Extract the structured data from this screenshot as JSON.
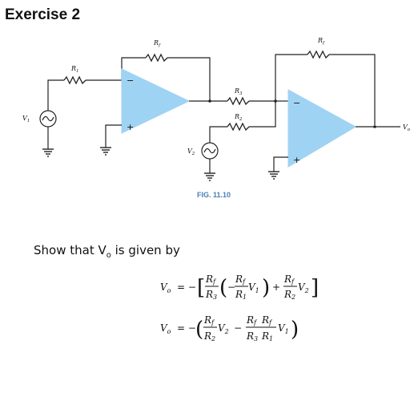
{
  "exercise": {
    "title": "Exercise 2",
    "prompt_text": "Show that V",
    "prompt_sub": "o",
    "prompt_rest": " is given by"
  },
  "circuit": {
    "figure_caption": "FIG. 11.10",
    "labels": {
      "rf1": "R",
      "rf1_sub": "f",
      "r1": "R",
      "r1_sub": "1",
      "r3": "R",
      "r3_sub": "3",
      "r2": "R",
      "r2_sub": "2",
      "rf2": "R",
      "rf2_sub": "f",
      "v1": "V",
      "v1_sub": "1",
      "v2": "V",
      "v2_sub": "2",
      "vo": "V",
      "vo_sub": "o"
    },
    "signs": {
      "minus": "−",
      "plus": "+"
    },
    "colors": {
      "opamp_fill": "#9fd3f3",
      "wire": "#222222"
    }
  },
  "equations": {
    "eq1": {
      "lhs": "V",
      "lhs_sub": "o",
      "equals": "= −",
      "num_a": "R",
      "num_a_sub": "f",
      "den_a": "R",
      "den_a_sub": "3",
      "minus": "−",
      "num_b": "R",
      "num_b_sub": "f",
      "den_b": "R",
      "den_b_sub": "1",
      "var_b": "V",
      "var_b_sub": "1",
      "plus": "+",
      "num_c": "R",
      "num_c_sub": "f",
      "den_c": "R",
      "den_c_sub": "2",
      "var_c": "V",
      "var_c_sub": "2"
    },
    "eq2": {
      "lhs": "V",
      "lhs_sub": "o",
      "equals": "= −",
      "num_a": "R",
      "num_a_sub": "f",
      "den_a": "R",
      "den_a_sub": "2",
      "var_a": "V",
      "var_a_sub": "2",
      "minus": "−",
      "num_b1": "R",
      "num_b1_sub": "f",
      "num_b2": "R",
      "num_b2_sub": "f",
      "den_b1": "R",
      "den_b1_sub": "3",
      "den_b2": "R",
      "den_b2_sub": "1",
      "var_b": "V",
      "var_b_sub": "1"
    }
  }
}
